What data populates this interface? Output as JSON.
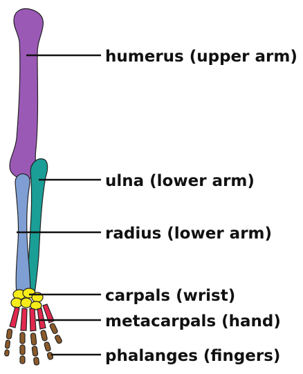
{
  "labels": {
    "humerus": "humerus (upper arm)",
    "ulna": "ulna (lower arm)",
    "radius": "radius (lower arm)",
    "carpals": "carpals (wrist)",
    "metacarpals": "metacarpals (hand)",
    "phalanges": "phalanges (fingers)"
  },
  "colors": {
    "humerus": "#9b59b6",
    "ulna": "#1a9e96",
    "radius": "#7f9fd4",
    "carpals": "#f5ec1a",
    "metacarpals": "#e2284e",
    "phalanges": "#8b5a2b"
  }
}
